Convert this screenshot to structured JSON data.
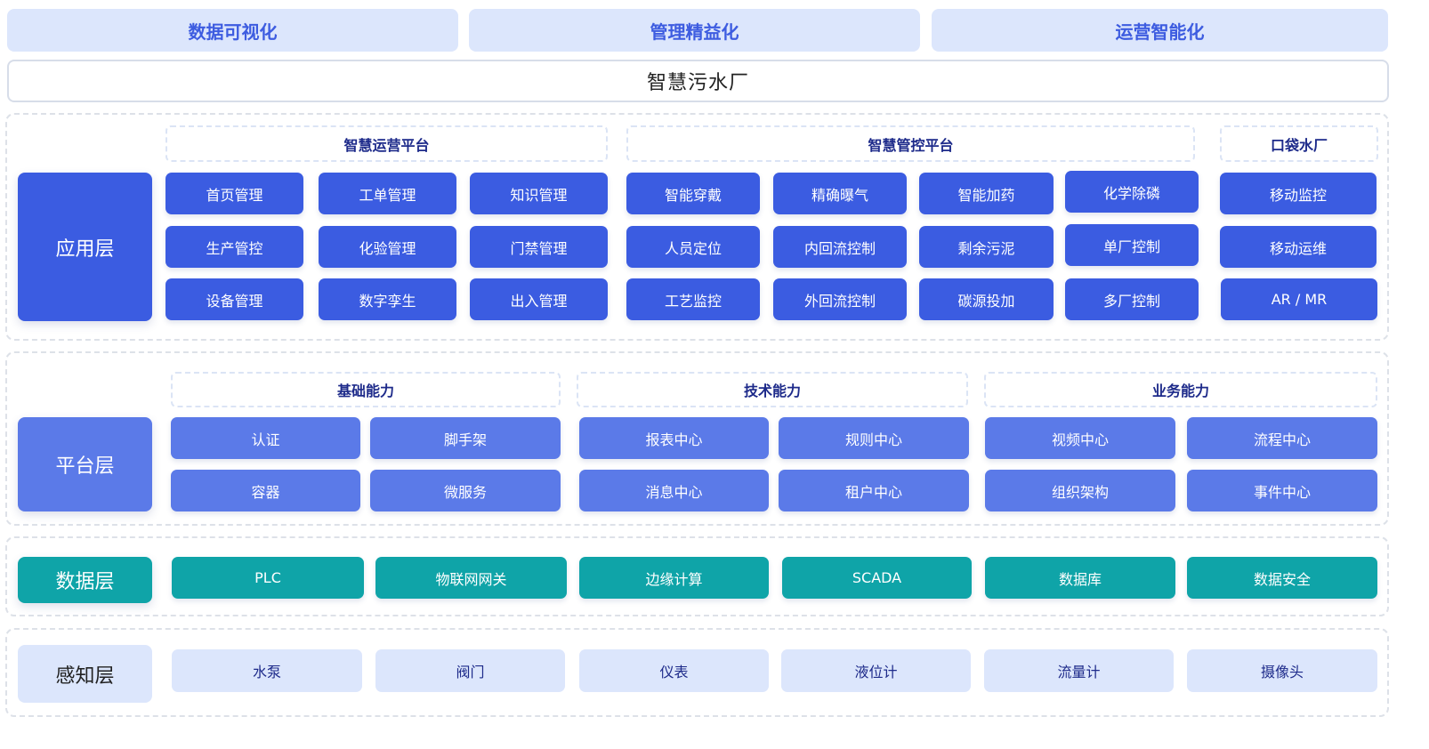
{
  "top_tabs": [
    "数据可视化",
    "管理精益化",
    "运营智能化"
  ],
  "title": "智慧污水厂",
  "colors": {
    "app": "#3b5ce1",
    "platform": "#5b7ae8",
    "data": "#0fa4a8",
    "perception": "#dce6fc",
    "tab_bg": "#dce6fc",
    "tab_text": "#3d5ce0",
    "subhead_text": "#1d2a8a"
  },
  "application_layer": {
    "label": "应用层",
    "groups": [
      {
        "title": "智慧运营平台",
        "columns": [
          [
            "首页管理",
            "生产管控",
            "设备管理"
          ],
          [
            "工单管理",
            "化验管理",
            "数字孪生"
          ],
          [
            "知识管理",
            "门禁管理",
            "出入管理"
          ]
        ]
      },
      {
        "title": "智慧管控平台",
        "columns": [
          [
            "智能穿戴",
            "人员定位",
            "工艺监控"
          ],
          [
            "精确曝气",
            "内回流控制",
            "外回流控制"
          ],
          [
            "智能加药",
            "剩余污泥",
            "碳源投加"
          ],
          [
            "化学除磷",
            "单厂控制",
            "多厂控制"
          ]
        ]
      },
      {
        "title": "口袋水厂",
        "columns": [
          [
            "移动监控",
            "移动运维",
            "AR / MR"
          ]
        ]
      }
    ]
  },
  "platform_layer": {
    "label": "平台层",
    "groups": [
      {
        "title": "基础能力",
        "items": [
          "认证",
          "脚手架",
          "容器",
          "微服务"
        ]
      },
      {
        "title": "技术能力",
        "items": [
          "报表中心",
          "规则中心",
          "消息中心",
          "租户中心"
        ]
      },
      {
        "title": "业务能力",
        "items": [
          "视频中心",
          "流程中心",
          "组织架构",
          "事件中心"
        ]
      }
    ]
  },
  "data_layer": {
    "label": "数据层",
    "items": [
      "PLC",
      "物联网网关",
      "边缘计算",
      "SCADA",
      "数据库",
      "数据安全"
    ]
  },
  "perception_layer": {
    "label": "感知层",
    "items": [
      "水泵",
      "阀门",
      "仪表",
      "液位计",
      "流量计",
      "摄像头"
    ]
  }
}
